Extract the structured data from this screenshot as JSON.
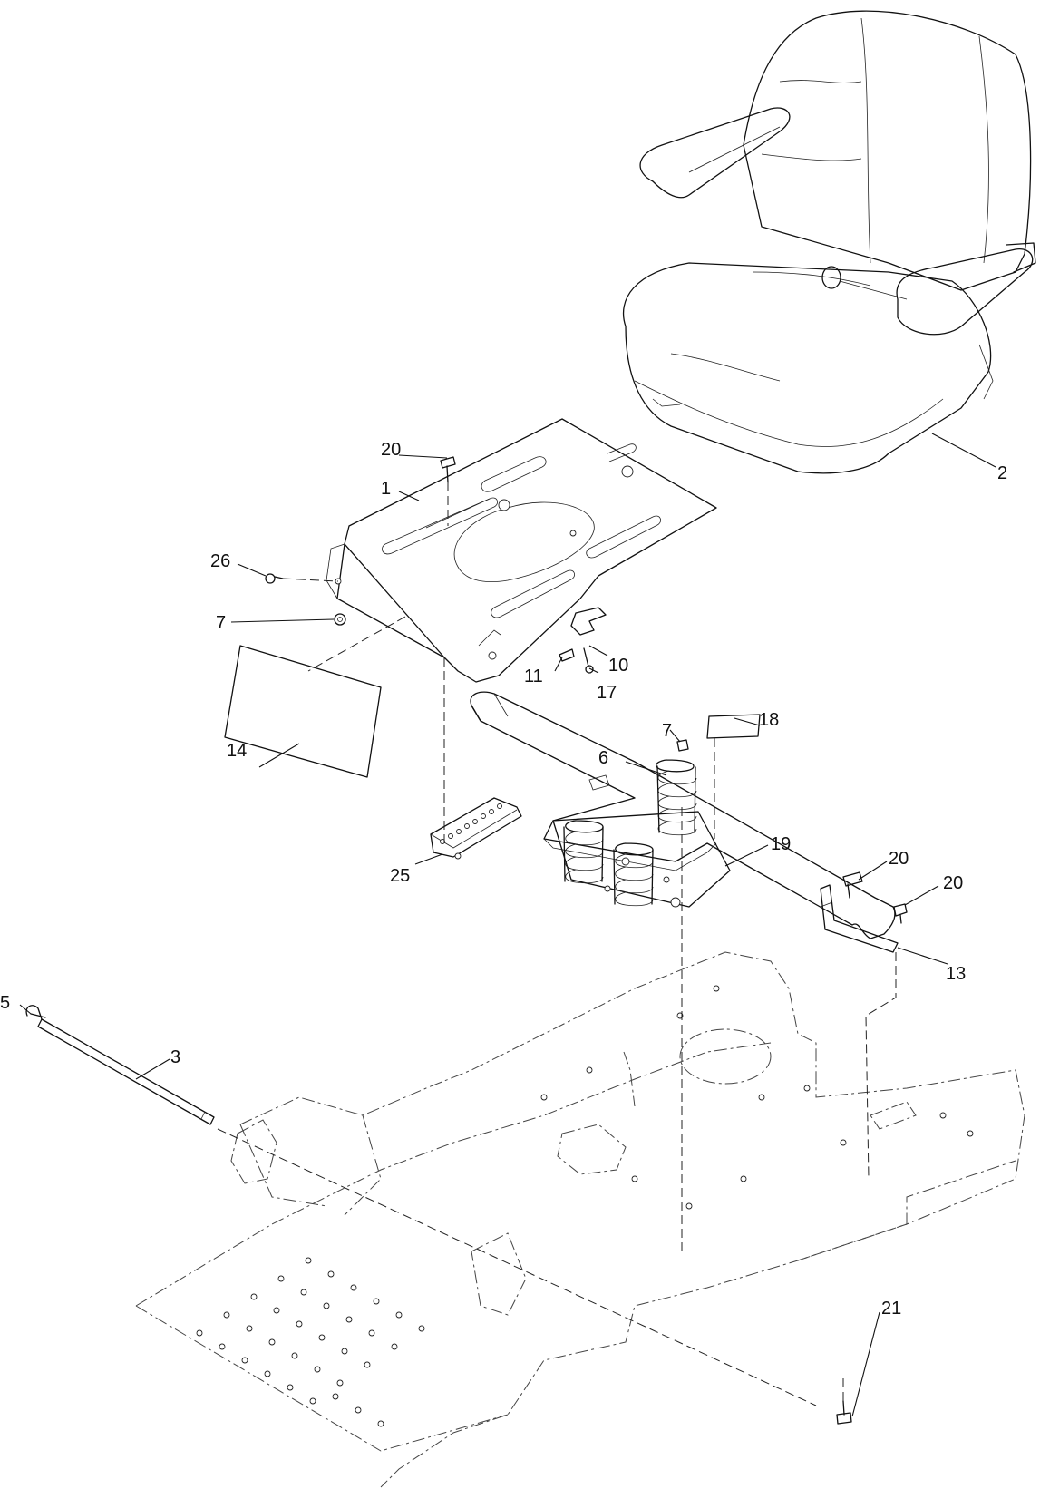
{
  "callouts": [
    {
      "id": "c1",
      "label": "1"
    },
    {
      "id": "c2",
      "label": "2"
    },
    {
      "id": "c3",
      "label": "3"
    },
    {
      "id": "c5",
      "label": "5"
    },
    {
      "id": "c6",
      "label": "6"
    },
    {
      "id": "c7a",
      "label": "7"
    },
    {
      "id": "c7b",
      "label": "7"
    },
    {
      "id": "c10",
      "label": "10"
    },
    {
      "id": "c11",
      "label": "11"
    },
    {
      "id": "c13",
      "label": "13"
    },
    {
      "id": "c14",
      "label": "14"
    },
    {
      "id": "c17",
      "label": "17"
    },
    {
      "id": "c18",
      "label": "18"
    },
    {
      "id": "c19",
      "label": "19"
    },
    {
      "id": "c20a",
      "label": "20"
    },
    {
      "id": "c20b",
      "label": "20"
    },
    {
      "id": "c20c",
      "label": "20"
    },
    {
      "id": "c21",
      "label": "21"
    },
    {
      "id": "c25",
      "label": "25"
    },
    {
      "id": "c26",
      "label": "26"
    }
  ]
}
